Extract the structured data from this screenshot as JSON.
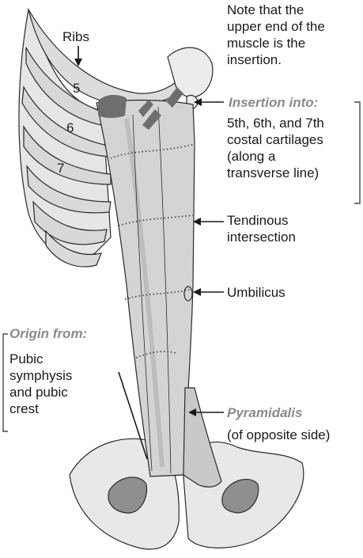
{
  "labels": {
    "ribs": "Ribs",
    "rib_5": "5",
    "rib_6": "6",
    "rib_7": "7",
    "note": [
      "Note that the",
      "upper end of the",
      "muscle is the",
      "insertion."
    ],
    "insertion_header": "Insertion into:",
    "insertion_body": [
      "5th, 6th, and 7th",
      "costal cartilages",
      "(along a",
      "transverse line)"
    ],
    "tendinous": [
      "Tendinous",
      "intersection"
    ],
    "umbilicus": "Umbilicus",
    "origin_header": "Origin from:",
    "origin_body": [
      "Pubic",
      "symphysis",
      "and pubic",
      "crest"
    ],
    "pyramidalis_header": "Pyramidalis",
    "pyramidalis_body": "(of opposite side)"
  },
  "colors": {
    "outline": "#2a2a2a",
    "fill_light": "#e6e6e6",
    "fill_mid": "#d4d4d4",
    "insertion_mark": "#6e6e6e",
    "header_gray": "#8a8a8a"
  }
}
